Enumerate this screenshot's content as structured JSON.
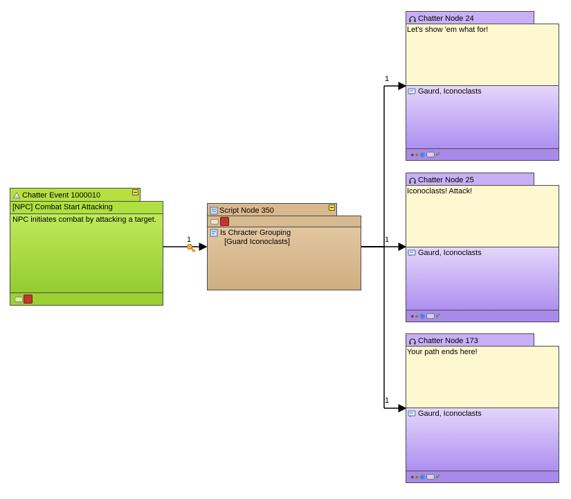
{
  "event": {
    "title": "Chatter Event 1000010",
    "header": "[NPC] Combat Start Attacking",
    "body": "NPC initiates combat by attacking a target."
  },
  "script_node": {
    "title": "Script Node 350",
    "condition": "Is Chracter Grouping\n  [Guard Iconoclasts]"
  },
  "chatter_nodes": [
    {
      "title": "Chatter Node 24",
      "text": "Let's show 'em what for!",
      "speaker": "Gaurd, Iconoclasts"
    },
    {
      "title": "Chatter Node 25",
      "text": "Iconoclasts! Attack!",
      "speaker": "Gaurd, Iconoclasts"
    },
    {
      "title": "Chatter Node 173",
      "text": "Your path ends here!",
      "speaker": "Gaurd, Iconoclasts"
    }
  ],
  "connection_labels": [
    "1",
    "1",
    "1",
    "1"
  ],
  "colors": {
    "event_green": "#9bd030",
    "script_tan": "#d8b88e",
    "chatter_yellow": "#fdf8d0",
    "chatter_purple": "#b497f0",
    "line": "#000000"
  },
  "icons": [
    "chatter-event-icon",
    "script-node-icon",
    "headset-icon",
    "speaker-icon",
    "minimize-icon",
    "key-icon",
    "condition-icon"
  ]
}
